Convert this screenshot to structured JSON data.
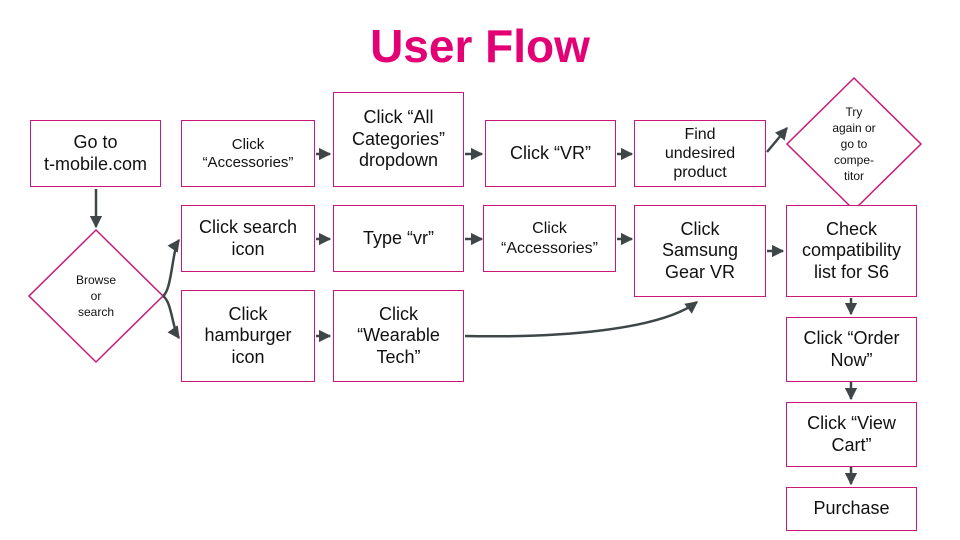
{
  "title": "User Flow",
  "colors": {
    "accent": "#e20074",
    "box_border": "#c8197a",
    "arrow": "#3f4648"
  },
  "nodes": {
    "go_to": "Go to\nt-mobile.com",
    "browse_or_search": "Browse\nor\nsearch",
    "click_accessories_top": "Click\n“Accessories”",
    "click_all_categories": "Click “All\nCategories”\ndropdown",
    "click_vr": "Click “VR”",
    "find_undesired": "Find\nundesired\nproduct",
    "try_again": "Try\nagain or\ngo to\ncompe-\ntitor",
    "click_search_icon": "Click search\nicon",
    "type_vr": "Type “vr”",
    "click_accessories_mid": "Click\n“Accessories”",
    "click_samsung": "Click\nSamsung\nGear VR",
    "check_compat": "Check\ncompatibility\nlist for S6",
    "click_hamburger": "Click\nhamburger\nicon",
    "click_wearable": "Click\n“Wearable\nTech”",
    "click_order_now": "Click “Order\nNow”",
    "click_view_cart": "Click “View\nCart”",
    "purchase": "Purchase"
  }
}
